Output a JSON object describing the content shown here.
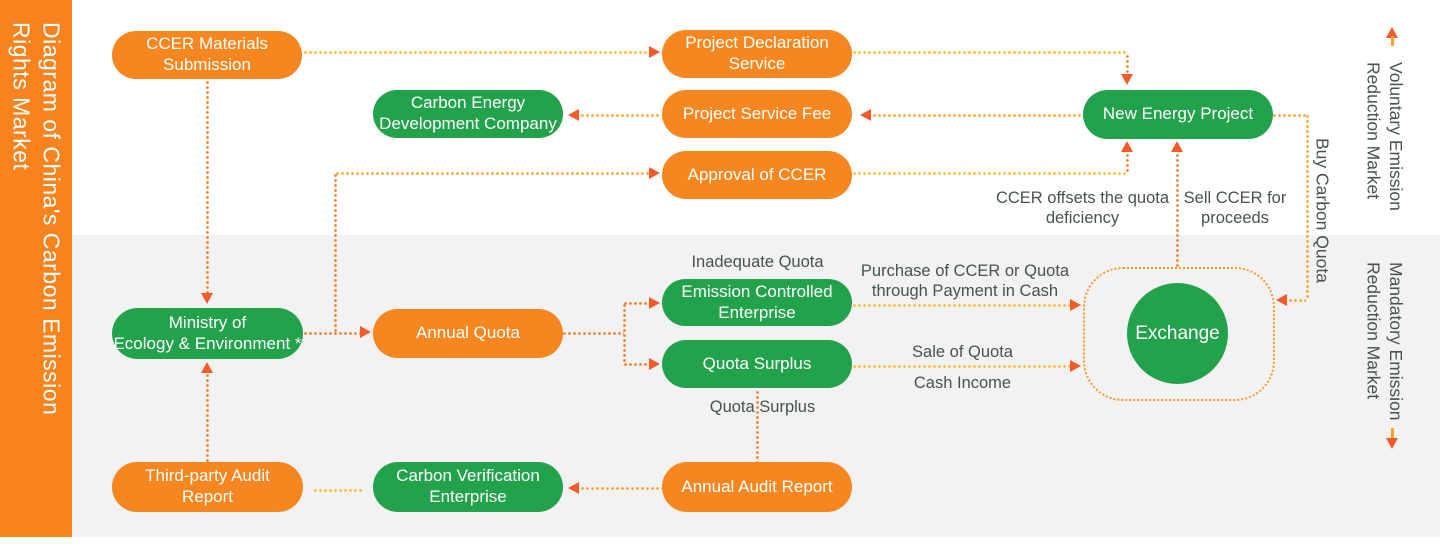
{
  "title": "Diagram of China's Carbon Emission\nRights Market",
  "markets": {
    "voluntary": "Voluntary Emission\nReduction Market",
    "mandatory": "Mandatory Emission\nReduction Market"
  },
  "nodes": {
    "ccer_materials_submission": "CCER Materials\nSubmission",
    "project_declaration_service": "Project Declaration\nService",
    "carbon_energy_development_company": "Carbon Energy\nDevelopment Company",
    "project_service_fee": "Project Service Fee",
    "approval_of_ccer": "Approval of CCER",
    "new_energy_project": "New Energy Project",
    "ministry_of_ecology_environment": "Ministry of\nEcology & Environment *",
    "annual_quota": "Annual Quota",
    "emission_controlled_enterprise": "Emission Controlled\nEnterprise",
    "quota_surplus": "Quota Surplus",
    "third_party_audit_report": "Third-party Audit\nReport",
    "carbon_verification_enterprise": "Carbon Verification\nEnterprise",
    "annual_audit_report": "Annual Audit Report",
    "exchange": "Exchange"
  },
  "edge_labels": {
    "inadequate_quota": "Inadequate Quota",
    "ccer_offsets": "CCER offsets the quota\ndeficiency",
    "sell_ccer": "Sell CCER for\nproceeds",
    "buy_carbon_quota": "Buy Carbon Quota",
    "purchase_of_ccer": "Purchase of CCER or Quota\nthrough Payment in Cash",
    "sale_of_quota": "Sale of Quota",
    "cash_income": "Cash Income",
    "quota_surplus_flow": "Quota Surplus"
  },
  "colors": {
    "sidebar_orange": "#F6831D",
    "node_orange": "#F6861F",
    "node_green": "#23A24C",
    "dot_line": "#FBA62E",
    "dot_line_deep": "#F5812F",
    "arrowhead": "#F45B28",
    "label_text": "#46544C",
    "bottom_section_bg": "#F2F2F3"
  }
}
